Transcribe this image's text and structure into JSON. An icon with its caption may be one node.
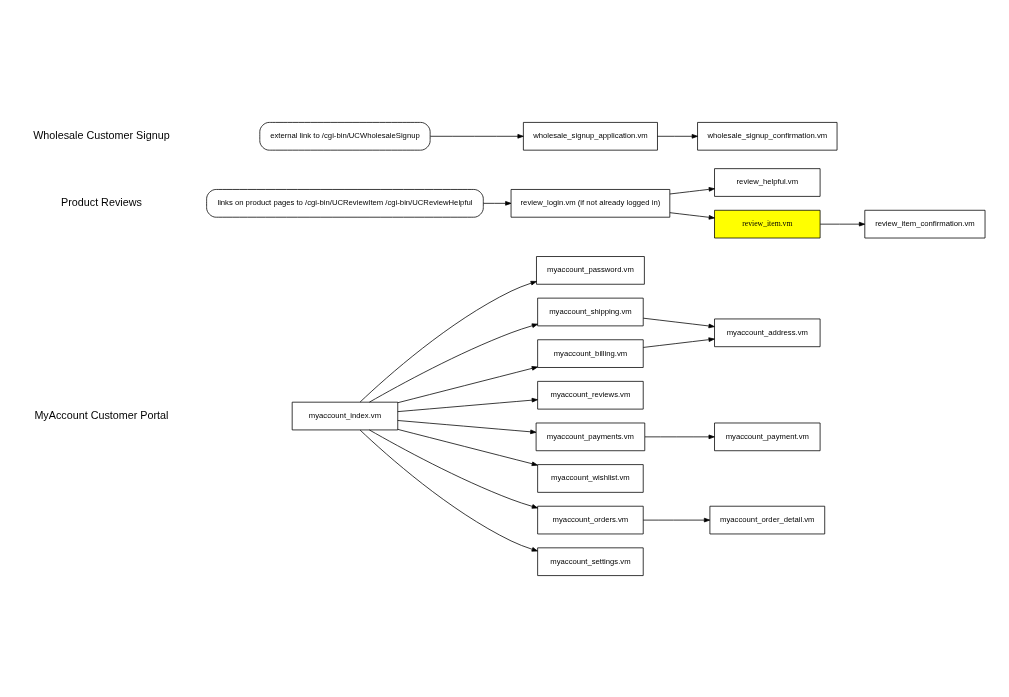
{
  "diagram": {
    "nodes": [
      {
        "text": [
          "myaccount_index.vm"
        ]
      },
      {
        "text": [
          "myaccount_settings.vm"
        ]
      },
      {
        "text": [
          "myaccount_orders.vm"
        ]
      },
      {
        "text": [
          "myaccount_order_detail.vm"
        ]
      },
      {
        "text": [
          "myaccount_wishlist.vm"
        ]
      },
      {
        "text": [
          "myaccount_payments.vm"
        ]
      },
      {
        "text": [
          "myaccount_payment.vm"
        ]
      },
      {
        "text": [
          "myaccount_reviews.vm"
        ]
      },
      {
        "text": [
          "myaccount_billing.vm"
        ]
      },
      {
        "text": [
          "myaccount_address.vm"
        ]
      },
      {
        "text": [
          "myaccount_shipping.vm"
        ]
      },
      {
        "text": [
          "myaccount_password.vm"
        ]
      },
      {
        "text": [
          "links on product pages to /cgi-bin/UCReviewItem /cgi-bin/UCReviewHelpful"
        ]
      },
      {
        "text": [
          "review_login.vm (if not already logged in)"
        ]
      },
      {
        "text": [
          "review_item.vm"
        ]
      },
      {
        "text": [
          "review_helpful.vm"
        ]
      },
      {
        "text": [
          "review_item_confirmation.vm"
        ]
      },
      {
        "text": [
          "external link to /cgi-bin/UCWholesaleSignup"
        ]
      },
      {
        "text": [
          "wholesale_signup_application.vm"
        ]
      },
      {
        "text": [
          "wholesale_signup_confirmation.vm"
        ]
      }
    ],
    "edges": [
      {
        "from": 0,
        "to": 1,
        "arrow": "to"
      },
      {
        "from": 0,
        "to": 2,
        "arrow": "to"
      },
      {
        "from": 2,
        "to": 3,
        "arrow": "to"
      },
      {
        "from": 0,
        "to": 4,
        "arrow": "to"
      },
      {
        "from": 0,
        "to": 5,
        "arrow": "to"
      },
      {
        "from": 5,
        "to": 6,
        "arrow": "to"
      },
      {
        "from": 0,
        "to": 7,
        "arrow": "to"
      },
      {
        "from": 0,
        "to": 8,
        "arrow": "to"
      },
      {
        "from": 8,
        "to": 9,
        "arrow": "to"
      },
      {
        "from": 0,
        "to": 10,
        "arrow": "to"
      },
      {
        "from": 10,
        "to": 9,
        "arrow": "to"
      },
      {
        "from": 0,
        "to": 11,
        "arrow": "to"
      },
      {
        "from": 12,
        "to": 13,
        "arrow": "to"
      },
      {
        "from": 13,
        "to": 14,
        "arrow": "to"
      },
      {
        "from": 13,
        "to": 15,
        "arrow": "to"
      },
      {
        "from": 14,
        "to": 16,
        "arrow": "to"
      },
      {
        "from": 17,
        "to": 18,
        "arrow": "to"
      },
      {
        "from": 18,
        "to": 19,
        "arrow": "to"
      }
    ],
    "labels": [
      "MyAccount Customer Portal",
      "Product Reviews",
      "Wholesale Customer Signup"
    ]
  }
}
